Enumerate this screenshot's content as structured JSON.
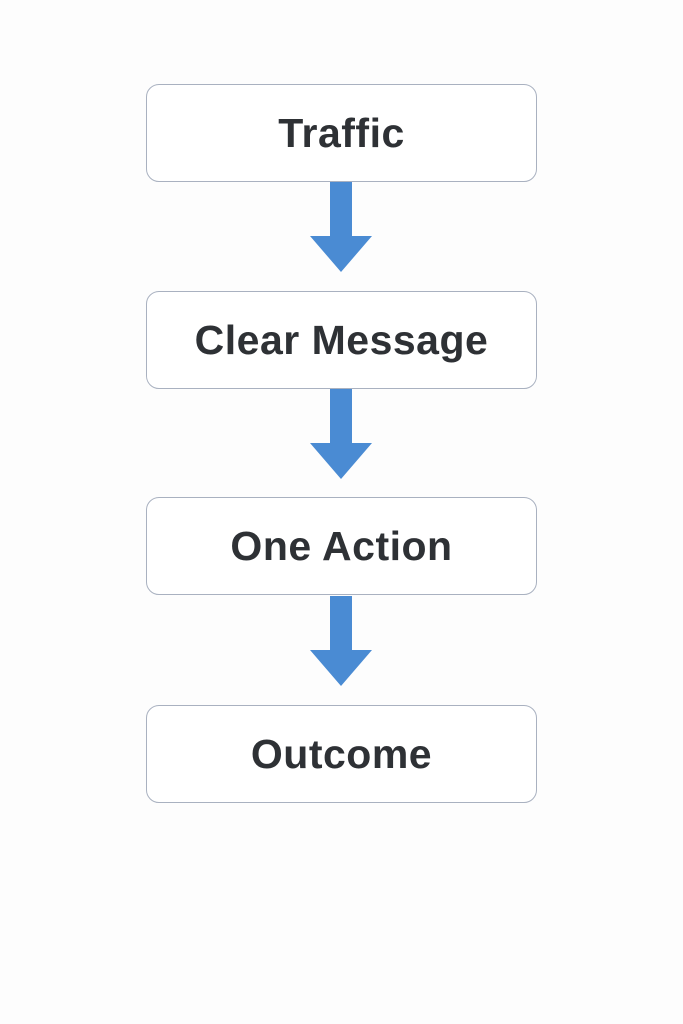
{
  "diagram": {
    "type": "flowchart",
    "direction": "top-to-bottom",
    "nodes": [
      {
        "id": "traffic",
        "label": "Traffic"
      },
      {
        "id": "clear-message",
        "label": "Clear Message"
      },
      {
        "id": "one-action",
        "label": "One Action"
      },
      {
        "id": "outcome",
        "label": "Outcome"
      }
    ],
    "edges": [
      {
        "from": "traffic",
        "to": "clear-message",
        "style": "block-arrow-down"
      },
      {
        "from": "clear-message",
        "to": "one-action",
        "style": "block-arrow-down"
      },
      {
        "from": "one-action",
        "to": "outcome",
        "style": "block-arrow-down"
      }
    ],
    "colors": {
      "background": "#fdfdfd",
      "box_border": "#a9b1c0",
      "box_text": "#2e3135",
      "arrow": "#4a8bd3"
    }
  }
}
